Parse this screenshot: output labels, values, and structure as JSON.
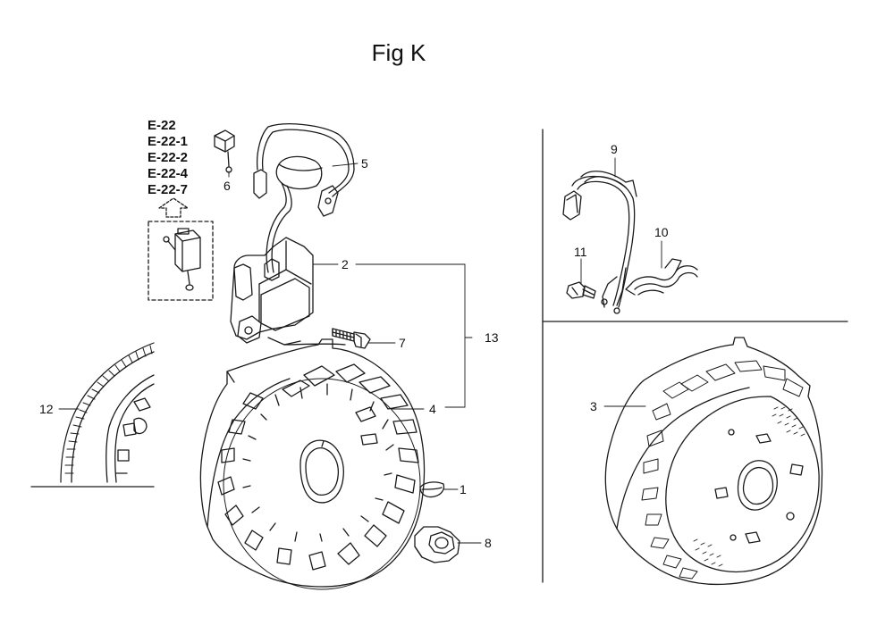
{
  "title": "Fig K",
  "references": [
    "E-22",
    "E-22-1",
    "E-22-2",
    "E-22-4",
    "E-22-7"
  ],
  "callouts": [
    {
      "id": "1",
      "label": "1"
    },
    {
      "id": "2",
      "label": "2"
    },
    {
      "id": "3",
      "label": "3"
    },
    {
      "id": "4",
      "label": "4"
    },
    {
      "id": "5",
      "label": "5"
    },
    {
      "id": "6",
      "label": "6"
    },
    {
      "id": "7",
      "label": "7"
    },
    {
      "id": "8",
      "label": "8"
    },
    {
      "id": "9",
      "label": "9"
    },
    {
      "id": "10",
      "label": "10"
    },
    {
      "id": "11",
      "label": "11"
    },
    {
      "id": "12",
      "label": "12"
    },
    {
      "id": "13",
      "label": "13"
    }
  ],
  "colors": {
    "line": "#1a1a1a",
    "background": "#ffffff"
  }
}
